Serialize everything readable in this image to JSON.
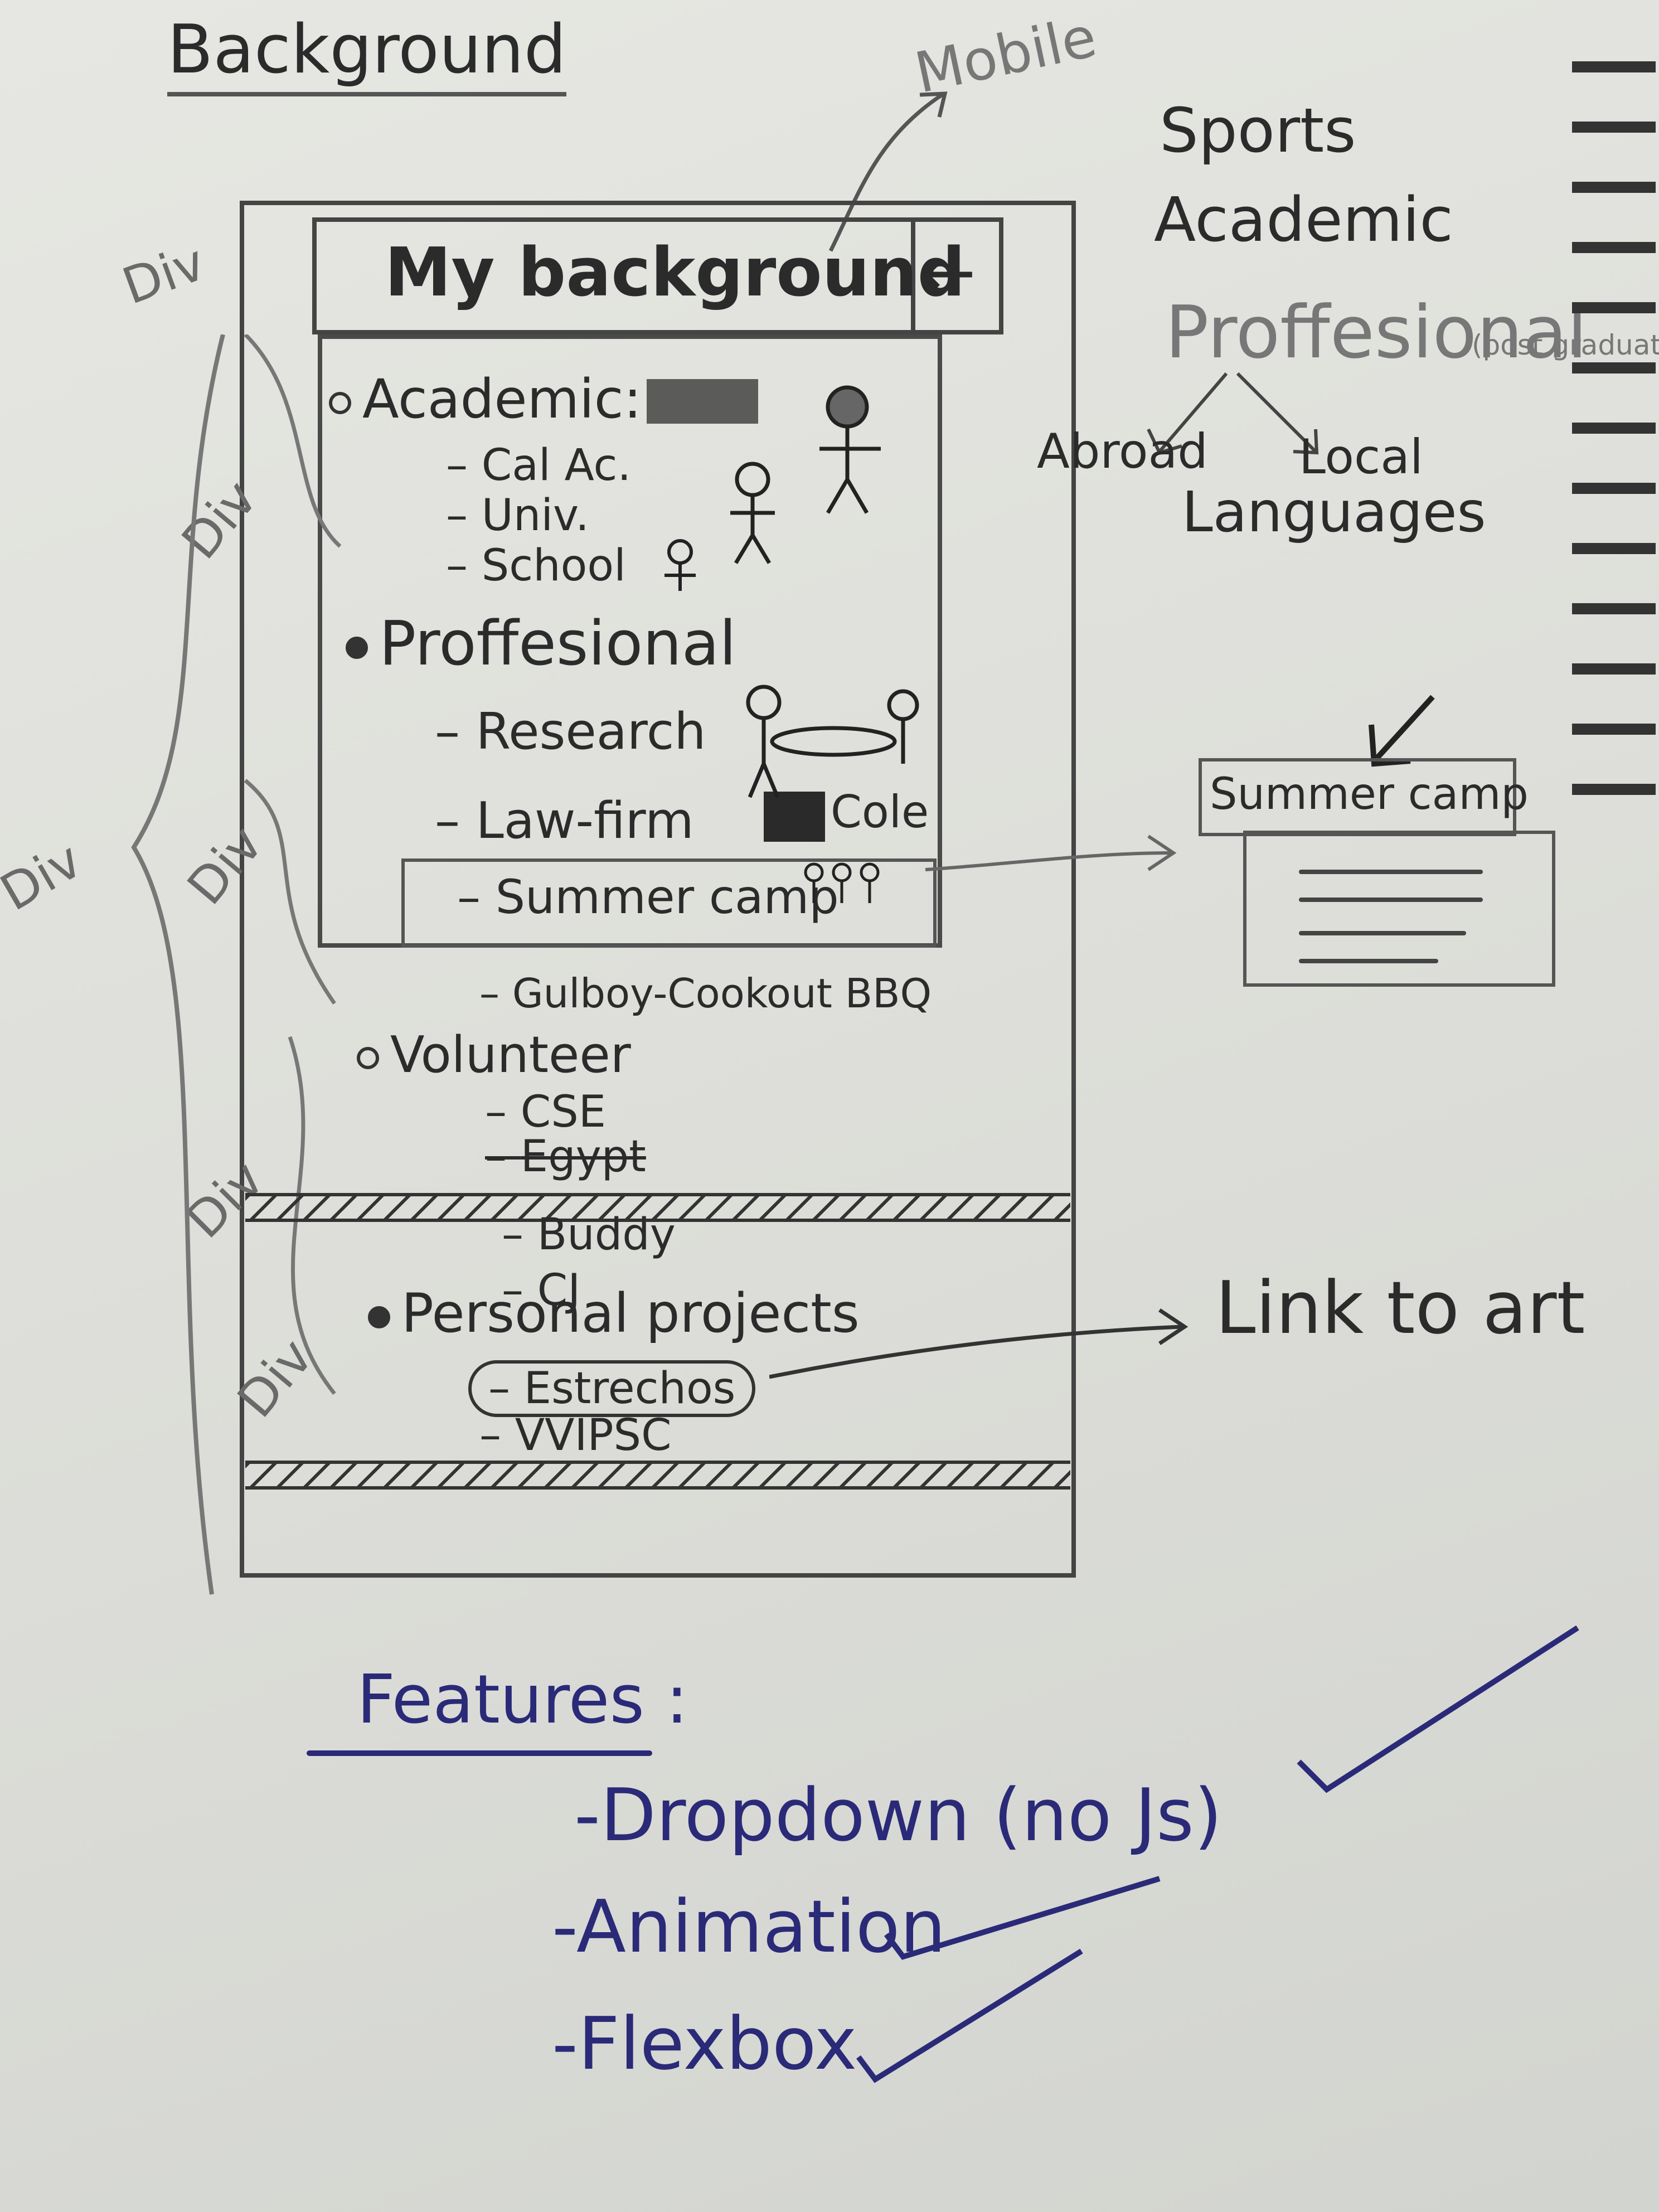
{
  "page_title": "Background",
  "mockup": {
    "header_title": "My background",
    "back_arrow": "←",
    "mobile_label": "Mobile",
    "div_label": "Div",
    "sections": [
      {
        "label": "Academic:",
        "items": [
          "Cal Ac.",
          "Univ.",
          "School"
        ]
      },
      {
        "label": "Proffesional",
        "items": [
          "Research",
          "Law-firm",
          "Summer camp"
        ],
        "extra": "Cole"
      },
      {
        "label": "Volunteer",
        "pre_item": "Gulboy-Cookout BBQ",
        "items": [
          "CSE",
          "Egypt",
          "Buddy",
          "CJ"
        ]
      },
      {
        "label": "Personal projects",
        "items": [
          "Estrechos",
          "VVIPSC"
        ]
      }
    ]
  },
  "side_notes": {
    "categories": [
      "Sports",
      "Academic",
      "Proffesional"
    ],
    "proffesional_note": "(post graduation)",
    "abroad": "Abroad",
    "local": "Local",
    "languages": "Languages",
    "summer_camp_box": "Summer camp",
    "link_to_art": "Link to art"
  },
  "features": {
    "heading": "Features :",
    "items": [
      "-Dropdown (no Js)",
      "-Animation",
      "-Flexbox"
    ]
  }
}
